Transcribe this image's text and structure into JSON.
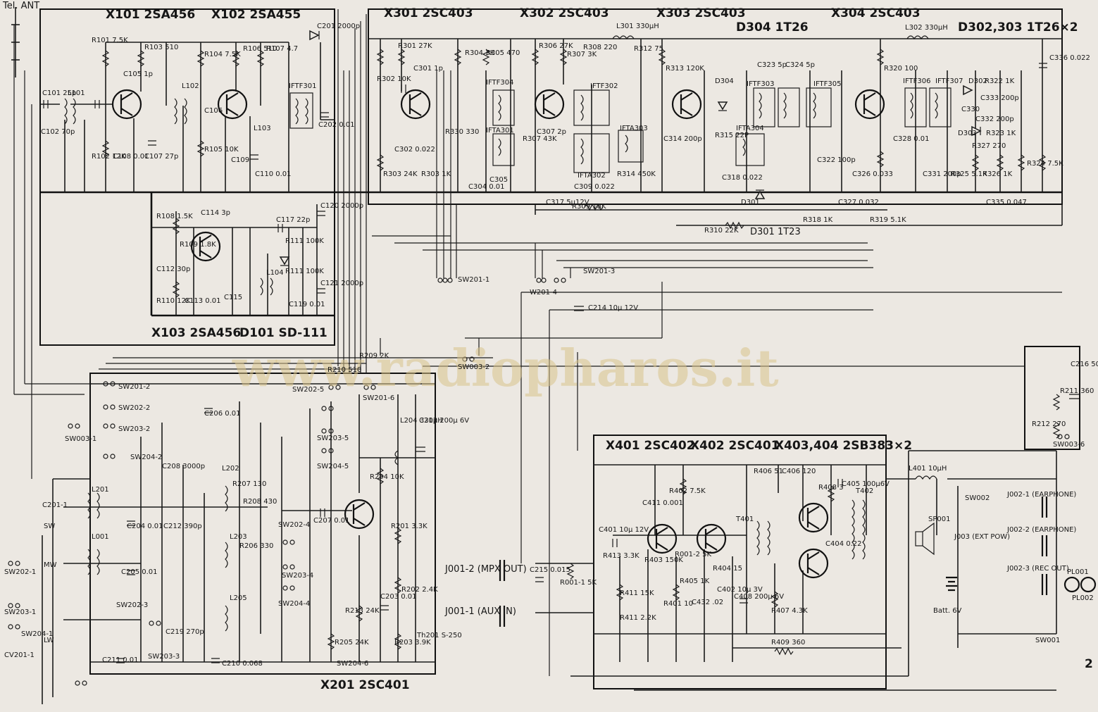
{
  "titles": {
    "x101": "X101 2SA456",
    "x102": "X102 2SA455",
    "x103": "X103 2SA456",
    "d101": "D101 SD-111",
    "x301": "X301 2SC403",
    "x302": "X302 2SC403",
    "x303": "X303 2SC403",
    "x304": "X304 2SC403",
    "d304": "D304 1T26",
    "d302": "D302,303 1T26×2",
    "d301": "D301 1T23",
    "x201": "X201 2SC401",
    "x401": "X401 2SC402",
    "x402": "X402 2SC401",
    "x403": "X403,404 2SB383×2",
    "tel": "Tel. ANT"
  },
  "watermark": "www.radiopharos.it",
  "page_number": "2",
  "labels": [
    {
      "id": "c101",
      "t": "C101 25p"
    },
    {
      "id": "c102",
      "t": "C102 70p"
    },
    {
      "id": "l101",
      "t": "L101"
    },
    {
      "id": "r101",
      "t": "R101 7.5K"
    },
    {
      "id": "r103",
      "t": "R103 510"
    },
    {
      "id": "r102",
      "t": "R102 12K"
    },
    {
      "id": "c105",
      "t": "C105 1p"
    },
    {
      "id": "l102",
      "t": "L102"
    },
    {
      "id": "c106",
      "t": "C106"
    },
    {
      "id": "c108",
      "t": "C108 0.01"
    },
    {
      "id": "c107",
      "t": "C107 27p"
    },
    {
      "id": "r104",
      "t": "R104 7.5K"
    },
    {
      "id": "r105",
      "t": "R105 10K"
    },
    {
      "id": "r106",
      "t": "R106 510"
    },
    {
      "id": "r107",
      "t": "R107 4.7"
    },
    {
      "id": "c109",
      "t": "C109"
    },
    {
      "id": "l103",
      "t": "L103"
    },
    {
      "id": "c110",
      "t": "C110 0.01"
    },
    {
      "id": "iftf301",
      "t": "IFTF301"
    },
    {
      "id": "c201",
      "t": "C201 2000p"
    },
    {
      "id": "c202",
      "t": "C202 0.01"
    },
    {
      "id": "r108",
      "t": "R108 1.5K"
    },
    {
      "id": "c114",
      "t": "C114 3p"
    },
    {
      "id": "r109",
      "t": "R109 1.8K"
    },
    {
      "id": "c112",
      "t": "C112 30p"
    },
    {
      "id": "r110",
      "t": "R110 12K"
    },
    {
      "id": "c113",
      "t": "C113 0.01"
    },
    {
      "id": "c115",
      "t": "C115"
    },
    {
      "id": "l104",
      "t": "L104"
    },
    {
      "id": "c117",
      "t": "C117 22p"
    },
    {
      "id": "r111a",
      "t": "R111 100K"
    },
    {
      "id": "r111b",
      "t": "R111 100K"
    },
    {
      "id": "c119",
      "t": "C119 0.01"
    },
    {
      "id": "c120",
      "t": "C120 2000p"
    },
    {
      "id": "c121",
      "t": "C121 2000p"
    },
    {
      "id": "r302",
      "t": "R302 10K"
    },
    {
      "id": "r301",
      "t": "R301 27K"
    },
    {
      "id": "c301",
      "t": "C301 1p"
    },
    {
      "id": "r304",
      "t": "R304 3K"
    },
    {
      "id": "r305",
      "t": "R305 470"
    },
    {
      "id": "iftf304",
      "t": "IFTF304"
    },
    {
      "id": "iftf302",
      "t": "IFTF302"
    },
    {
      "id": "iftf303",
      "t": "IFTF303"
    },
    {
      "id": "iftf305",
      "t": "IFTF305"
    },
    {
      "id": "iftf306",
      "t": "IFTF306"
    },
    {
      "id": "iftf307",
      "t": "IFTF307"
    },
    {
      "id": "ifta301",
      "t": "IFTA301"
    },
    {
      "id": "ifta302",
      "t": "IFTA302"
    },
    {
      "id": "ifta303",
      "t": "IFTA303"
    },
    {
      "id": "ifta304",
      "t": "IFTA304"
    },
    {
      "id": "r306",
      "t": "R306 27K"
    },
    {
      "id": "r307",
      "t": "R307 3K"
    },
    {
      "id": "r308",
      "t": "R308 220"
    },
    {
      "id": "l301",
      "t": "L301 330μH"
    },
    {
      "id": "r312",
      "t": "R312 75"
    },
    {
      "id": "r313",
      "t": "R313 120K"
    },
    {
      "id": "c323",
      "t": "C323 5p"
    },
    {
      "id": "c324",
      "t": "C324 5p"
    },
    {
      "id": "r320",
      "t": "R320 100"
    },
    {
      "id": "l302",
      "t": "L302 330μH"
    },
    {
      "id": "c336",
      "t": "C336 0.022"
    },
    {
      "id": "r322",
      "t": "R322 1K"
    },
    {
      "id": "c330",
      "t": "C330"
    },
    {
      "id": "c332",
      "t": "C332 200p"
    },
    {
      "id": "c333",
      "t": "C333 200p"
    },
    {
      "id": "r323",
      "t": "R323 1K"
    },
    {
      "id": "r327",
      "t": "R327 270"
    },
    {
      "id": "r325",
      "t": "R325 5.1K"
    },
    {
      "id": "r326",
      "t": "R326 1K"
    },
    {
      "id": "r324",
      "t": "R324 7.5K"
    },
    {
      "id": "c331",
      "t": "C331 200p"
    },
    {
      "id": "c335",
      "t": "C335 0.047"
    },
    {
      "id": "r303",
      "t": "R303 24K"
    },
    {
      "id": "c302",
      "t": "C302 0.022"
    },
    {
      "id": "r303b",
      "t": "R303 1K"
    },
    {
      "id": "r330",
      "t": "R330 330"
    },
    {
      "id": "c304",
      "t": "C304 0.01"
    },
    {
      "id": "c305",
      "t": "C305"
    },
    {
      "id": "r307b",
      "t": "R307 43K"
    },
    {
      "id": "c307",
      "t": "C307 2p"
    },
    {
      "id": "c309",
      "t": "C309 0.022"
    },
    {
      "id": "r314",
      "t": "R314 450K"
    },
    {
      "id": "c314",
      "t": "C314 200p"
    },
    {
      "id": "r315",
      "t": "R315 22P"
    },
    {
      "id": "c318",
      "t": "C318 0.022"
    },
    {
      "id": "c317",
      "t": "C317 5μ12V"
    },
    {
      "id": "r309",
      "t": "R309 18K"
    },
    {
      "id": "r310",
      "t": "R310 22K"
    },
    {
      "id": "r318",
      "t": "R318 1K"
    },
    {
      "id": "r319",
      "t": "R319 5.1K"
    },
    {
      "id": "c322",
      "t": "C322 100p"
    },
    {
      "id": "c328",
      "t": "C328 0.01"
    },
    {
      "id": "c327",
      "t": "C327 0.032"
    },
    {
      "id": "c326",
      "t": "C326 0.033"
    },
    {
      "id": "d304b",
      "t": "D304"
    },
    {
      "id": "d301b",
      "t": "D301"
    },
    {
      "id": "d303b",
      "t": "D303"
    },
    {
      "id": "d302b",
      "t": "D302"
    },
    {
      "id": "sw2011",
      "t": "SW201-1"
    },
    {
      "id": "sw2013",
      "t": "SW201-3"
    },
    {
      "id": "sw2014",
      "t": "W201-4"
    },
    {
      "id": "c214",
      "t": "C214 10μ 12V"
    },
    {
      "id": "sw0032",
      "t": "SW003-2"
    },
    {
      "id": "r209",
      "t": "R209 2K"
    },
    {
      "id": "r210",
      "t": "R210 510"
    },
    {
      "id": "sw2012",
      "t": "SW201-2"
    },
    {
      "id": "sw2022",
      "t": "SW202-2"
    },
    {
      "id": "sw2032",
      "t": "SW203-2"
    },
    {
      "id": "sw0031",
      "t": "SW003-1"
    },
    {
      "id": "sw2042",
      "t": "SW204-2"
    },
    {
      "id": "c206",
      "t": "C206 0.01"
    },
    {
      "id": "sw2025",
      "t": "SW202-5"
    },
    {
      "id": "sw2016",
      "t": "SW201-6"
    },
    {
      "id": "sw2035",
      "t": "SW203-5"
    },
    {
      "id": "sw2045",
      "t": "SW204-5"
    },
    {
      "id": "l204",
      "t": "L204 330μH"
    },
    {
      "id": "c213",
      "t": "C213 200μ 6V"
    },
    {
      "id": "c208",
      "t": "C208 3000p"
    },
    {
      "id": "l202",
      "t": "L202"
    },
    {
      "id": "r207",
      "t": "R207 130"
    },
    {
      "id": "r208",
      "t": "R208 430"
    },
    {
      "id": "c207",
      "t": "C207 0.01"
    },
    {
      "id": "r204",
      "t": "R204 10K"
    },
    {
      "id": "l201",
      "t": "L201"
    },
    {
      "id": "c201b",
      "t": "C201-1"
    },
    {
      "id": "sw",
      "t": "SW"
    },
    {
      "id": "c204",
      "t": "C204 0.01"
    },
    {
      "id": "c212",
      "t": "C212 390p"
    },
    {
      "id": "l203",
      "t": "L203"
    },
    {
      "id": "r206",
      "t": "R206 330"
    },
    {
      "id": "sw2024",
      "t": "SW202-4"
    },
    {
      "id": "sw2034",
      "t": "SW203-4"
    },
    {
      "id": "sw2044",
      "t": "SW204-4"
    },
    {
      "id": "r201",
      "t": "R201 3.3K"
    },
    {
      "id": "l001",
      "t": "L001"
    },
    {
      "id": "mw",
      "t": "MW"
    },
    {
      "id": "c205",
      "t": "C205 0.01"
    },
    {
      "id": "sw2023",
      "t": "SW202-3"
    },
    {
      "id": "l205",
      "t": "L205"
    },
    {
      "id": "sw2021",
      "t": "SW202-1"
    },
    {
      "id": "sw2031",
      "t": "SW203-1"
    },
    {
      "id": "sw2041",
      "t": "SW204-1"
    },
    {
      "id": "lw",
      "t": "LW"
    },
    {
      "id": "cv201",
      "t": "CV201-1"
    },
    {
      "id": "c211",
      "t": "C211 0.01"
    },
    {
      "id": "sw2033",
      "t": "SW203-3"
    },
    {
      "id": "c210",
      "t": "C210 0.068"
    },
    {
      "id": "c219",
      "t": "C219 270p"
    },
    {
      "id": "r213",
      "t": "R213 24K"
    },
    {
      "id": "r205",
      "t": "R205 24K"
    },
    {
      "id": "r202",
      "t": "R202 2.4K"
    },
    {
      "id": "c203",
      "t": "C203 0.01"
    },
    {
      "id": "r203",
      "t": "R203 3.9K"
    },
    {
      "id": "th201",
      "t": "Th201 S-250"
    },
    {
      "id": "sw2046",
      "t": "SW204-6"
    },
    {
      "id": "c216",
      "t": "C216 500μ6V"
    },
    {
      "id": "r211",
      "t": "R211 360"
    },
    {
      "id": "r212",
      "t": "R212 270"
    },
    {
      "id": "sw0036",
      "t": "SW003-6"
    },
    {
      "id": "l401",
      "t": "L401 10μH"
    },
    {
      "id": "sw002",
      "t": "SW002"
    },
    {
      "id": "j0021",
      "t": "J002-1 (EARPHONE)"
    },
    {
      "id": "j0022",
      "t": "J002-2 (EARPHONE)"
    },
    {
      "id": "j0023",
      "t": "J002-3 (REC OUT)"
    },
    {
      "id": "sp001",
      "t": "SP001"
    },
    {
      "id": "j003",
      "t": "J003 (EXT POW)"
    },
    {
      "id": "batt",
      "t": "Batt. 6V"
    },
    {
      "id": "pl001",
      "t": "PL001"
    },
    {
      "id": "pl002",
      "t": "PL002"
    },
    {
      "id": "sw001",
      "t": "SW001"
    },
    {
      "id": "r406",
      "t": "R406 51"
    },
    {
      "id": "c406",
      "t": "C406 120"
    },
    {
      "id": "c411",
      "t": "C411 0.001"
    },
    {
      "id": "r402",
      "t": "R402 7.5K"
    },
    {
      "id": "c401",
      "t": "C401 10μ 12V"
    },
    {
      "id": "r413",
      "t": "R413 3.3K"
    },
    {
      "id": "r403",
      "t": "R403 150K"
    },
    {
      "id": "r4001",
      "t": "R001-2 5K"
    },
    {
      "id": "t401",
      "t": "T401"
    },
    {
      "id": "t402",
      "t": "T402"
    },
    {
      "id": "r408",
      "t": "R408 3"
    },
    {
      "id": "c405",
      "t": "C405 100μ6V"
    },
    {
      "id": "c404",
      "t": "C404 0.22"
    },
    {
      "id": "r407",
      "t": "R407 4.3K"
    },
    {
      "id": "c408",
      "t": "C408 200μ 6V"
    },
    {
      "id": "r404",
      "t": "R404 15"
    },
    {
      "id": "c402",
      "t": "C402 10μ 3V"
    },
    {
      "id": "r405",
      "t": "R405 1K"
    },
    {
      "id": "c432",
      "t": "C432 .02"
    },
    {
      "id": "r401",
      "t": "R401 10"
    },
    {
      "id": "r4112",
      "t": "R411 2.2K"
    },
    {
      "id": "r4115",
      "t": "R411 15K"
    },
    {
      "id": "r409",
      "t": "R409 360"
    },
    {
      "id": "r0011",
      "t": "R001-1 5K"
    },
    {
      "id": "c215",
      "t": "C215 0.015"
    },
    {
      "id": "j0012",
      "t": "J001-2 (MPX OUT)"
    },
    {
      "id": "j0011",
      "t": "J001-1 (AUX IN)"
    }
  ]
}
